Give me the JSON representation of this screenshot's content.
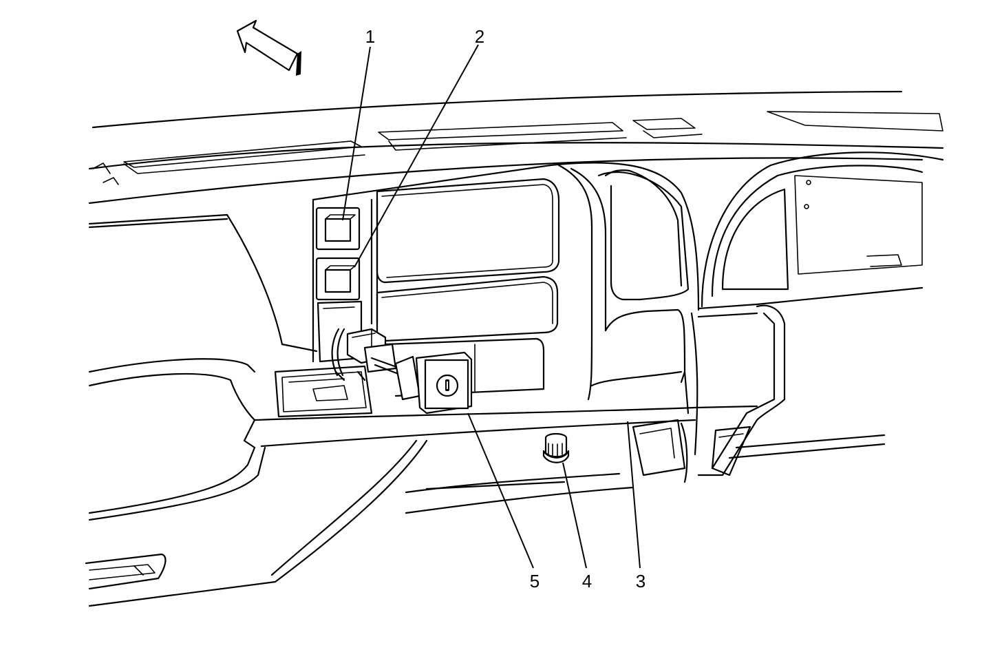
{
  "figure": {
    "callouts": [
      {
        "id": "1",
        "label": "1"
      },
      {
        "id": "2",
        "label": "2"
      },
      {
        "id": "3",
        "label": "3"
      },
      {
        "id": "4",
        "label": "4"
      },
      {
        "id": "5",
        "label": "5"
      }
    ],
    "direction_arrow": "forward-arrow-icon"
  }
}
